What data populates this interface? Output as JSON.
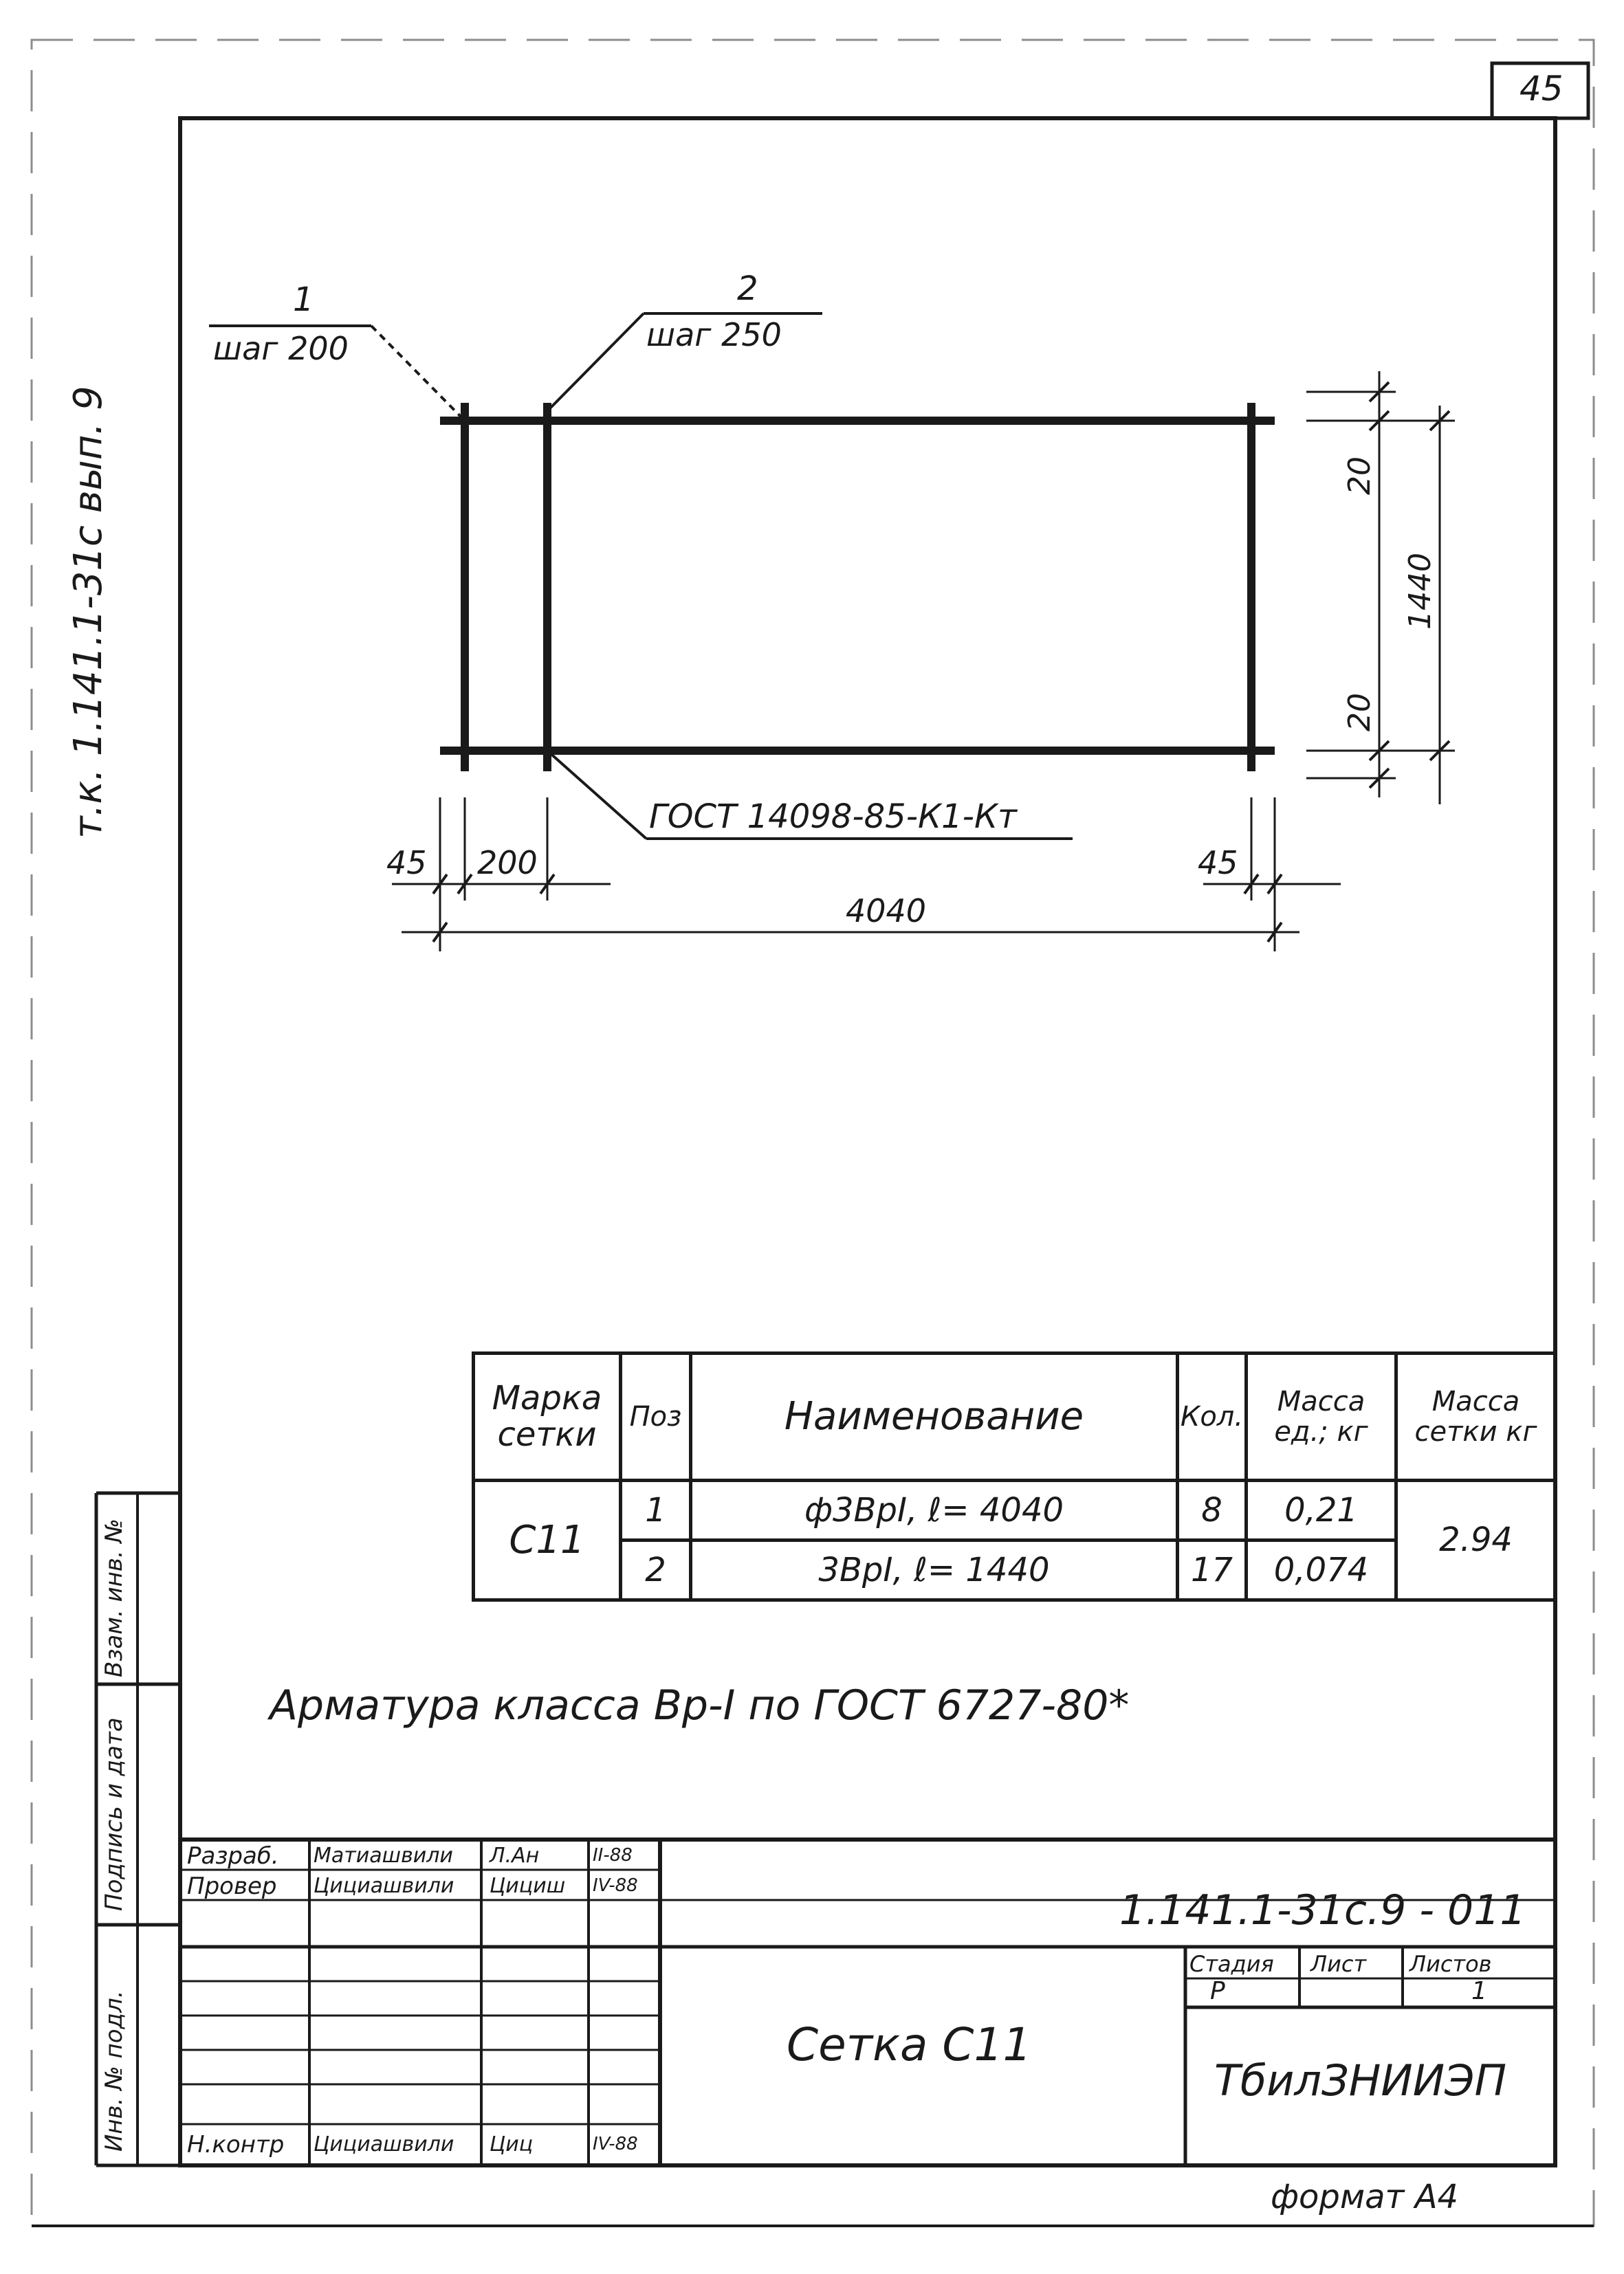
{
  "sheet_number": "45",
  "side_label": "т.к. 1.141.1-31с вып. 9",
  "drawing": {
    "leader_left_number": "1",
    "leader_left_text": "шаг 200",
    "leader_right_number": "2",
    "leader_right_text": "шаг 250",
    "gost_label": "ГОСТ 14098-85-К1-Кт",
    "dim_left_edge": "45",
    "dim_left_step": "200",
    "dim_right_edge": "45",
    "dim_total_length": "4040",
    "dim_top_edge": "20",
    "dim_total_height": "1440",
    "dim_bottom_edge": "20"
  },
  "table": {
    "headers": {
      "mark": "Марка сетки",
      "pos": "Поз",
      "name": "Наименование",
      "qty": "Кол.",
      "unit_mass": "Масса ед.; кг",
      "mesh_mass": "Масса сетки кг"
    },
    "mesh_mark": "С11",
    "mesh_mass_value": "2.94",
    "rows": [
      {
        "pos": "1",
        "name": "ф3ВрI, ℓ= 4040",
        "qty": "8",
        "unit_mass": "0,21"
      },
      {
        "pos": "2",
        "name": "3ВрI, ℓ= 1440",
        "qty": "17",
        "unit_mass": "0,074"
      }
    ]
  },
  "note": "Арматура класса Вр-I по ГОСТ 6727-80*",
  "side_columns": {
    "inv_no_orig": "Инв. № подл.",
    "sign_date": "Подпись и дата",
    "replace_inv": "Взам. инв. №"
  },
  "title_block": {
    "row1_role": "Разраб.",
    "row1_name": "Матиашвили",
    "row1_sign": "Л.Ан",
    "row1_date": "II-88",
    "row2_role": "Провер",
    "row2_name": "Цициашвили",
    "row2_sign": "Цициш",
    "row2_date": "IV-88",
    "row7_role": "Н.контр",
    "row7_name": "Цициашвили",
    "row7_sign": "Циц",
    "row7_date": "IV-88",
    "doc_code": "1.141.1-31с.9 - 011",
    "item_name": "Сетка С11",
    "stage_label": "Стадия",
    "sheet_label": "Лист",
    "sheets_label": "Листов",
    "stage_value": "Р",
    "sheet_value": "",
    "sheets_value": "1",
    "organization": "ТбилЗНИИЭП"
  },
  "format_label": "формат А4"
}
